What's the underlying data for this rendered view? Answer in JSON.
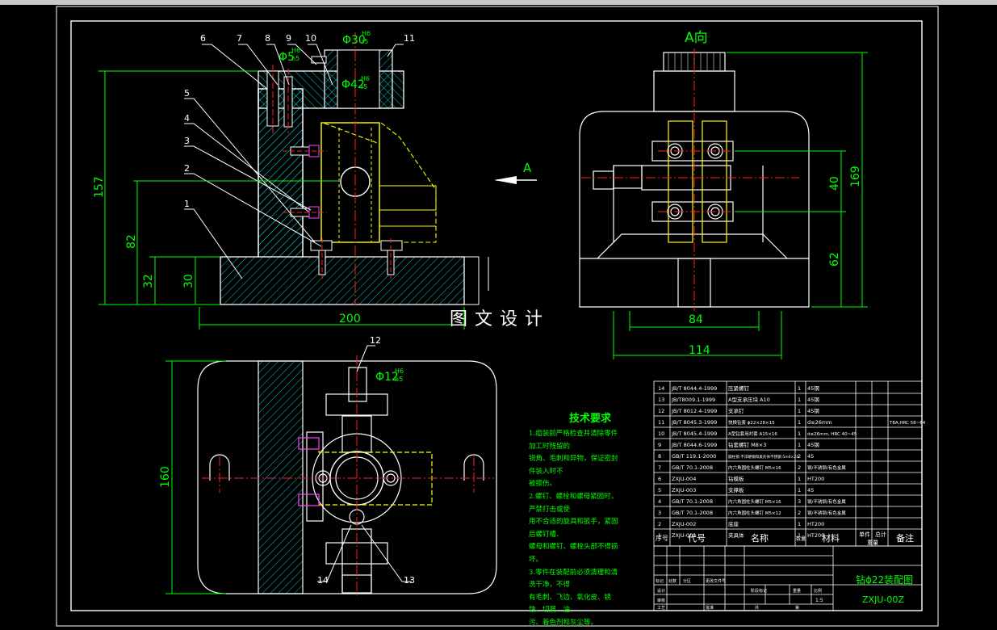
{
  "watermark": "图文设计",
  "front_view": {
    "part_labels": [
      "1",
      "2",
      "3",
      "4",
      "5",
      "6",
      "7",
      "8",
      "9",
      "10",
      "11"
    ],
    "fit_top": {
      "dia": "Φ30",
      "num": "H6",
      "den": "r5"
    },
    "fit_mid": {
      "dia": "Φ42",
      "num": "H6",
      "den": "r5"
    },
    "fit_pin": {
      "dia": "Φ5",
      "num": "H6",
      "den": "n5"
    },
    "dims": {
      "h157": "157",
      "h82": "82",
      "h32": "32",
      "h30": "30",
      "w200": "200"
    },
    "arrow_label": "A"
  },
  "side_view": {
    "title": "A向",
    "dims": {
      "w84": "84",
      "w114": "114",
      "h40": "40",
      "h169": "169",
      "h62": "62"
    }
  },
  "top_view": {
    "part_labels": [
      "12",
      "13",
      "14"
    ],
    "fit": {
      "dia": "Φ12",
      "num": "H6",
      "den": "n5"
    },
    "dims": {
      "h160": "160"
    }
  },
  "tech_requirements": {
    "title": "技术要求",
    "lines": [
      "1.组装前严格检查并清除零件加工时残留的",
      "锐角、毛刺和异物，保证密封件装入时不",
      "被擦伤。",
      "2.螺钉、螺栓和螺母紧固时，严禁打击或使",
      "用不合适的旋具和扳手，紧固后螺钉槽、",
      "螺母和螺钉、螺栓头部不得损坏。",
      "3.零件在装配前必须清理和清洗干净，不得",
      "有毛刺、飞边、氧化皮、锈蚀、切屑、油",
      "污、着色剂和灰尘等。"
    ]
  },
  "bom": {
    "headers": {
      "seq": "序号",
      "code": "代号",
      "name": "名称",
      "qty": "数量",
      "material": "材料",
      "unit_wt": "单件",
      "total_wt": "总计",
      "weight": "重量",
      "remark": "备注"
    },
    "rows": [
      {
        "seq": "14",
        "code": "JB/T 8044.4-1999",
        "name": "压紧螺钉",
        "qty": "1",
        "material": "45钢",
        "remark": ""
      },
      {
        "seq": "13",
        "code": "JB/T8009.1-1999",
        "name": "A型支承压块 A10",
        "qty": "1",
        "material": "45钢",
        "remark": ""
      },
      {
        "seq": "12",
        "code": "JB/T 8012.4-1999",
        "name": "支承钉",
        "qty": "1",
        "material": "45钢",
        "remark": ""
      },
      {
        "seq": "11",
        "code": "JB/T 8045.3-1999",
        "name": "快换钻套 ϕ22×28×15",
        "qty": "1",
        "material": "d≤26mm",
        "remark": "T8A,HRC 58~64"
      },
      {
        "seq": "10",
        "code": "JB/T 8045.4-1999",
        "name": "A型钻套用衬套 A15×16",
        "qty": "1",
        "material": "d≤26mm, HRC 40~45",
        "remark": ""
      },
      {
        "seq": "9",
        "code": "JB/T 8044.6-1999",
        "name": "钻套螺钉 M8×3",
        "qty": "1",
        "material": "45钢",
        "remark": ""
      },
      {
        "seq": "8",
        "code": "GB/T 119.1-2000",
        "name": "圆柱销 不淬硬钢和奥氏体不锈钢 5m6×24",
        "qty": "2",
        "material": "45",
        "remark": ""
      },
      {
        "seq": "7",
        "code": "GB/T 70.1-2008",
        "name": "内六角圆柱头螺钉 M5×16",
        "qty": "2",
        "material": "钢/不锈钢/有色金属",
        "remark": ""
      },
      {
        "seq": "6",
        "code": "ZXJU-004",
        "name": "钻模板",
        "qty": "1",
        "material": "HT200",
        "remark": ""
      },
      {
        "seq": "5",
        "code": "ZXJU-003",
        "name": "支撑板",
        "qty": "1",
        "material": "45",
        "remark": ""
      },
      {
        "seq": "4",
        "code": "GB/T 70.1-2008",
        "name": "内六角圆柱头螺钉 M5×16",
        "qty": "3",
        "material": "钢/不锈钢/有色金属",
        "remark": ""
      },
      {
        "seq": "3",
        "code": "GB/T 70.1-2008",
        "name": "内六角圆柱头螺钉 M5×12",
        "qty": "2",
        "material": "钢/不锈钢/有色金属",
        "remark": ""
      },
      {
        "seq": "2",
        "code": "ZXJU-002",
        "name": "底座",
        "qty": "1",
        "material": "HT200",
        "remark": ""
      },
      {
        "seq": "1",
        "code": "ZXJU-001",
        "name": "夹具体",
        "qty": "1",
        "material": "HT200",
        "remark": ""
      }
    ]
  },
  "title_block": {
    "drawing_name": "钻ϕ22装配图",
    "drawing_no": "ZXJU-00Z",
    "scale": "1:5",
    "small": {
      "mark": "标记",
      "count": "处数",
      "zone": "分区",
      "change_no": "更改文件号",
      "design": "设计",
      "stage": "阶段标记",
      "weight": "重量",
      "ratio": "比例",
      "audit": "审核",
      "process": "工艺",
      "approve": "批准",
      "sheet": "共",
      "of": "第"
    }
  },
  "colors": {
    "line": "#ffffff",
    "dim": "#00ff00",
    "hatch": "#00c9c9",
    "center": "#ff2020",
    "part": "#ffff00",
    "dashed": "#ffff00",
    "title": "#00ff00"
  }
}
